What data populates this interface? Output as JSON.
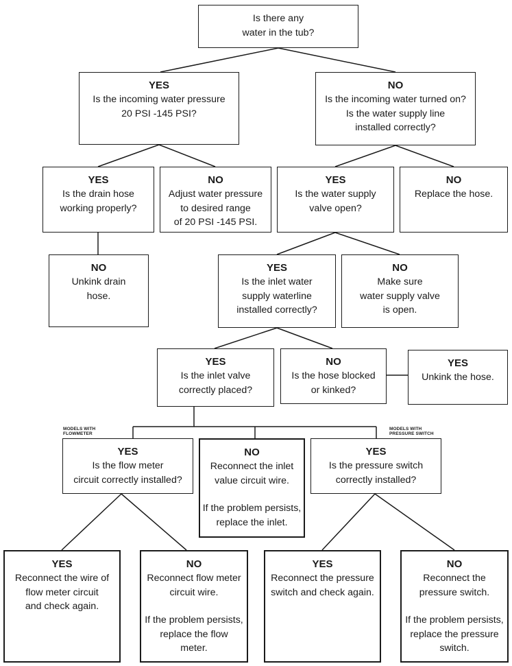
{
  "nodes": {
    "root": {
      "body": "Is there any\nwater in the tub?"
    },
    "yes_pressure": {
      "title": "YES",
      "body": "Is the incoming water pressure\n20 PSI -145 PSI?"
    },
    "no_water_on": {
      "title": "NO",
      "body": "Is the incoming water turned on?\nIs the water supply line\ninstalled correctly?"
    },
    "yes_drain": {
      "title": "YES",
      "body": "Is the drain hose\nworking properly?"
    },
    "no_adjust": {
      "title": "NO",
      "body": "Adjust water pressure\nto desired range\nof 20 PSI -145 PSI."
    },
    "yes_valve_open": {
      "title": "YES",
      "body": "Is the water supply\nvalve open?"
    },
    "no_replace_hose": {
      "title": "NO",
      "body": "Replace the hose."
    },
    "no_unkink_drain": {
      "title": "NO",
      "body": "Unkink drain\nhose."
    },
    "yes_inlet_line": {
      "title": "YES",
      "body": "Is the inlet water\nsupply waterline\ninstalled correctly?"
    },
    "no_make_sure": {
      "title": "NO",
      "body": "Make sure\nwater supply valve\nis open."
    },
    "yes_inlet_valve": {
      "title": "YES",
      "body": "Is the inlet valve\ncorrectly placed?"
    },
    "no_blocked": {
      "title": "NO",
      "body": "Is the hose blocked\nor kinked?"
    },
    "yes_unkink": {
      "title": "YES",
      "body": "Unkink the hose."
    },
    "yes_flow_meter": {
      "title": "YES",
      "body": "Is the flow meter\ncircuit correctly installed?"
    },
    "no_inlet_wire": {
      "title": "NO",
      "body": "Reconnect the inlet\nvalue circuit wire.",
      "extra": "If the problem persists,\nreplace the inlet."
    },
    "yes_pressure_switch": {
      "title": "YES",
      "body": "Is the pressure switch\ncorrectly installed?"
    },
    "yes_reconnect_flow": {
      "title": "YES",
      "body": "Reconnect the wire of\nflow meter circuit\nand check again."
    },
    "no_reconnect_flow": {
      "title": "NO",
      "body": "Reconnect flow meter\ncircuit wire.",
      "extra": "If the problem persists,\nreplace the flow\nmeter."
    },
    "yes_reconnect_switch": {
      "title": "YES",
      "body": "Reconnect the pressure\nswitch and check again."
    },
    "no_reconnect_switch": {
      "title": "NO",
      "body": "Reconnect the\npressure switch.",
      "extra": "If the problem persists,\nreplace the pressure\nswitch."
    }
  },
  "tags": {
    "flowmeter": "MODELS WITH\nFLOWMETER",
    "pressure_switch": "MODELS WITH\nPRESSURE SWITCH"
  },
  "colors": {
    "line": "#1a1a1a",
    "background": "#ffffff"
  }
}
